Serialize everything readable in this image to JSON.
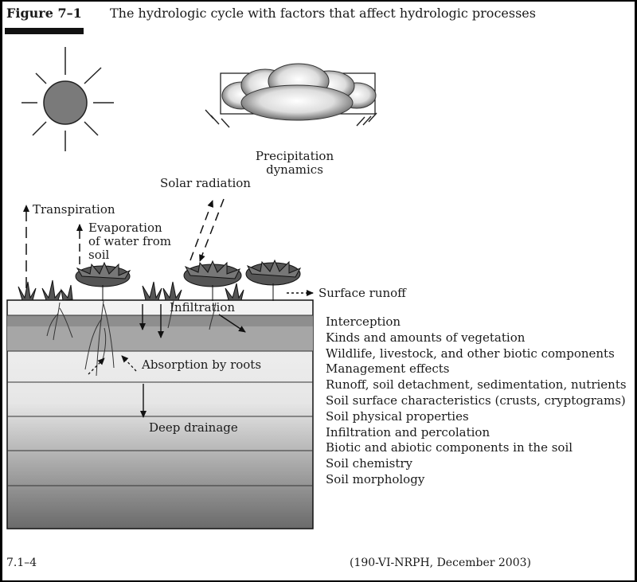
{
  "figure": {
    "label": "Figure 7–1",
    "title": "The hydrologic cycle with factors that affect hydrologic processes"
  },
  "labels": {
    "precipitation_line1": "Precipitation",
    "precipitation_line2": "dynamics",
    "solar_radiation": "Solar radiation",
    "transpiration": "Transpiration",
    "evaporation_line1": "Evaporation",
    "evaporation_line2": "of water from",
    "evaporation_line3": "soil",
    "surface_runoff": "Surface runoff",
    "infiltration": "Infiltration",
    "absorption": "Absorption by roots",
    "deep_drainage": "Deep drainage"
  },
  "factors": [
    "Interception",
    "Kinds and amounts of vegetation",
    "Wildlife, livestock, and other biotic components",
    "Management effects",
    "Runoff, soil detachment, sedimentation, nutrients",
    "Soil surface characteristics (crusts, cryptograms)",
    "Soil physical properties",
    "Infiltration and percolation",
    "Biotic and abiotic components in the soil",
    "Soil chemistry",
    "Soil morphology"
  ],
  "footer": {
    "page_number": "7.1–4",
    "citation": "(190-VI-NRPH, December 2003)"
  }
}
